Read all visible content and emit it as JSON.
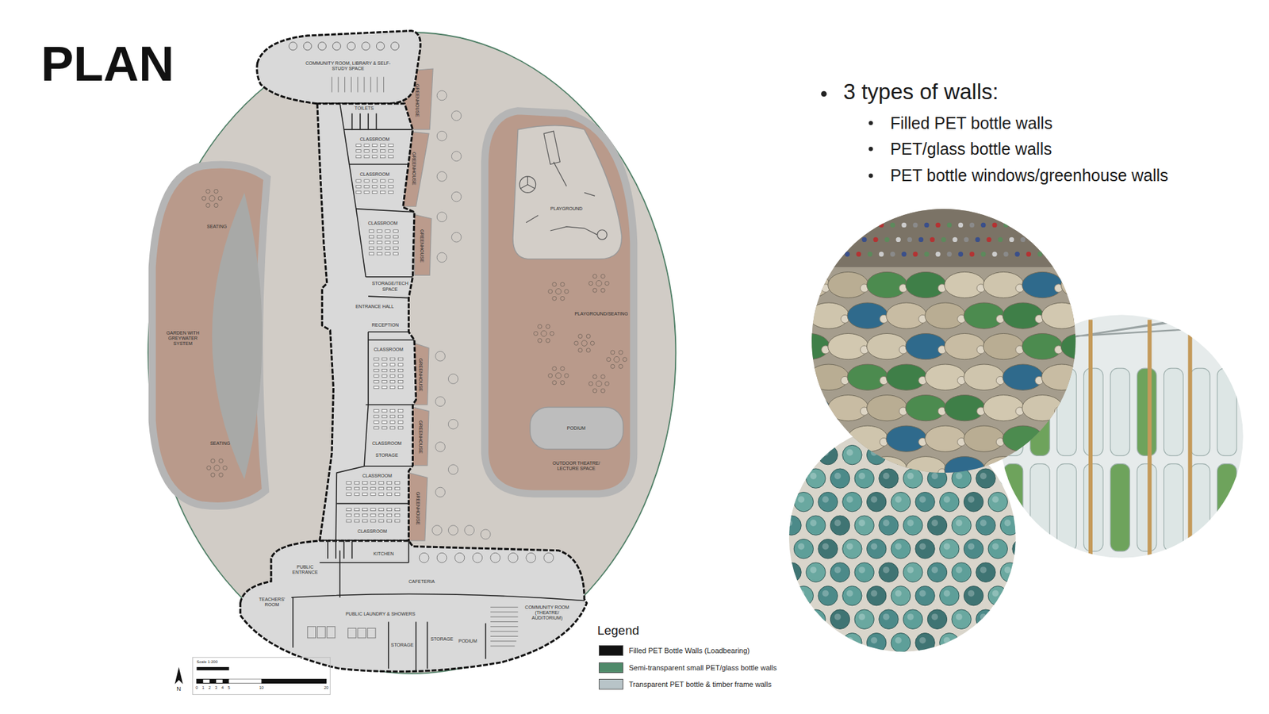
{
  "diagram": {
    "title": "PLAN",
    "nodes": [
      {
        "text": [
          "COMMUNITY ROOM, LIBRARY & SELF-STUDY SPACE"
        ]
      },
      {
        "text": [
          "TOILETS"
        ]
      },
      {
        "text": [
          "GREENHOUSE"
        ]
      },
      {
        "text": [
          "CLASSROOM"
        ]
      },
      {
        "text": [
          "CLASSROOM"
        ]
      },
      {
        "text": [
          "GREENHOUSE"
        ]
      },
      {
        "text": [
          "CLASSROOM"
        ]
      },
      {
        "text": [
          "GREENHOUSE"
        ]
      },
      {
        "text": [
          "STORAGE/TECH SPACE"
        ]
      },
      {
        "text": [
          "ENTRANCE HALL"
        ]
      },
      {
        "text": [
          "RECEPTION"
        ]
      },
      {
        "text": [
          "CLASSROOM"
        ]
      },
      {
        "text": [
          "GREENHOUSE"
        ]
      },
      {
        "text": [
          "CLASSROOM"
        ]
      },
      {
        "text": [
          "STORAGE"
        ]
      },
      {
        "text": [
          "GREENHOUSE"
        ]
      },
      {
        "text": [
          "CLASSROOM"
        ]
      },
      {
        "text": [
          "CLASSROOM"
        ]
      },
      {
        "text": [
          "GREENHOUSE"
        ]
      },
      {
        "text": [
          "KITCHEN"
        ]
      },
      {
        "text": [
          "PUBLIC ENTRANCE"
        ]
      },
      {
        "text": [
          "CAFETERIA"
        ]
      },
      {
        "text": [
          "TEACHERS' ROOM"
        ]
      },
      {
        "text": [
          "PUBLIC LAUNDRY & SHOWERS"
        ]
      },
      {
        "text": [
          "STORAGE"
        ]
      },
      {
        "text": [
          "STORAGE"
        ]
      },
      {
        "text": [
          "PODIUM"
        ]
      },
      {
        "text": [
          "COMMUNITY ROOM (THEATRE/ AUDITORIUM)"
        ]
      },
      {
        "text": [
          "SEATING",
          "GARDEN WITH GREYWATER SYSTEM",
          "SEATING"
        ]
      },
      {
        "text": [
          "PLAYGROUND/SEATING",
          "OUTDOOR THEATRE/ LECTURE SPACE"
        ]
      },
      {
        "text": [
          "PLAYGROUND"
        ],
        "in": 29
      },
      {
        "text": [
          "PODIUM"
        ],
        "in": 29
      }
    ],
    "labels": [
      "3 types of walls:",
      "Filled PET bottle walls",
      "PET/glass bottle walls",
      "PET bottle windows/greenhouse walls",
      "Legend",
      "Scale 1:200",
      "0",
      "1",
      "2",
      "3",
      "4",
      "5",
      "10",
      "20",
      "N"
    ],
    "legend": [
      {
        "text": "Filled PET Bottle Walls (Loadbearing)",
        "color": "#111111"
      },
      {
        "text": "Semi-transparent small PET/glass bottle walls",
        "color": "#4f8a6a"
      },
      {
        "text": "Transparent PET bottle & timber frame walls",
        "color": "#b8c4c8"
      }
    ]
  }
}
